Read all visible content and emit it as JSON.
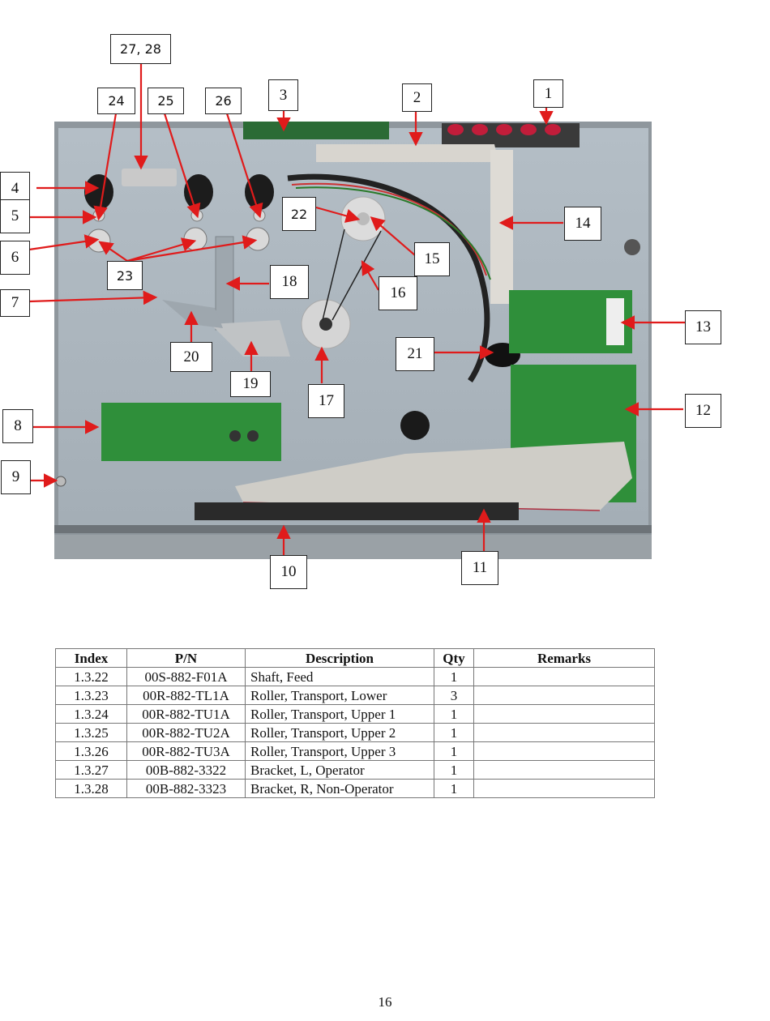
{
  "figure": {
    "description": "Annotated photo of chassis interior with numbered callouts",
    "callouts": [
      "1",
      "2",
      "3",
      "4",
      "5",
      "6",
      "7",
      "8",
      "9",
      "10",
      "11",
      "12",
      "13",
      "14",
      "15",
      "16",
      "17",
      "18",
      "19",
      "20",
      "21",
      "22",
      "23",
      "24",
      "25",
      "26",
      "27, 28"
    ],
    "colors": {
      "arrow": "#e01b1b",
      "chassis": "#a9b3bb",
      "pcb": "#2f8f3a",
      "ribbon": "#cfcdc7"
    }
  },
  "table": {
    "headers": [
      "Index",
      "P/N",
      "Description",
      "Qty",
      "Remarks"
    ],
    "rows": [
      {
        "index": "1.3.22",
        "pn": "00S-882-F01A",
        "description": "Shaft, Feed",
        "qty": "1",
        "remarks": ""
      },
      {
        "index": "1.3.23",
        "pn": "00R-882-TL1A",
        "description": "Roller, Transport, Lower",
        "qty": "3",
        "remarks": ""
      },
      {
        "index": "1.3.24",
        "pn": "00R-882-TU1A",
        "description": "Roller, Transport, Upper 1",
        "qty": "1",
        "remarks": ""
      },
      {
        "index": "1.3.25",
        "pn": "00R-882-TU2A",
        "description": "Roller, Transport, Upper 2",
        "qty": "1",
        "remarks": ""
      },
      {
        "index": "1.3.26",
        "pn": "00R-882-TU3A",
        "description": "Roller, Transport, Upper 3",
        "qty": "1",
        "remarks": ""
      },
      {
        "index": "1.3.27",
        "pn": "00B-882-3322",
        "description": "Bracket, L, Operator",
        "qty": "1",
        "remarks": ""
      },
      {
        "index": "1.3.28",
        "pn": "00B-882-3323",
        "description": "Bracket, R, Non-Operator",
        "qty": "1",
        "remarks": ""
      }
    ]
  },
  "page_number": "16"
}
